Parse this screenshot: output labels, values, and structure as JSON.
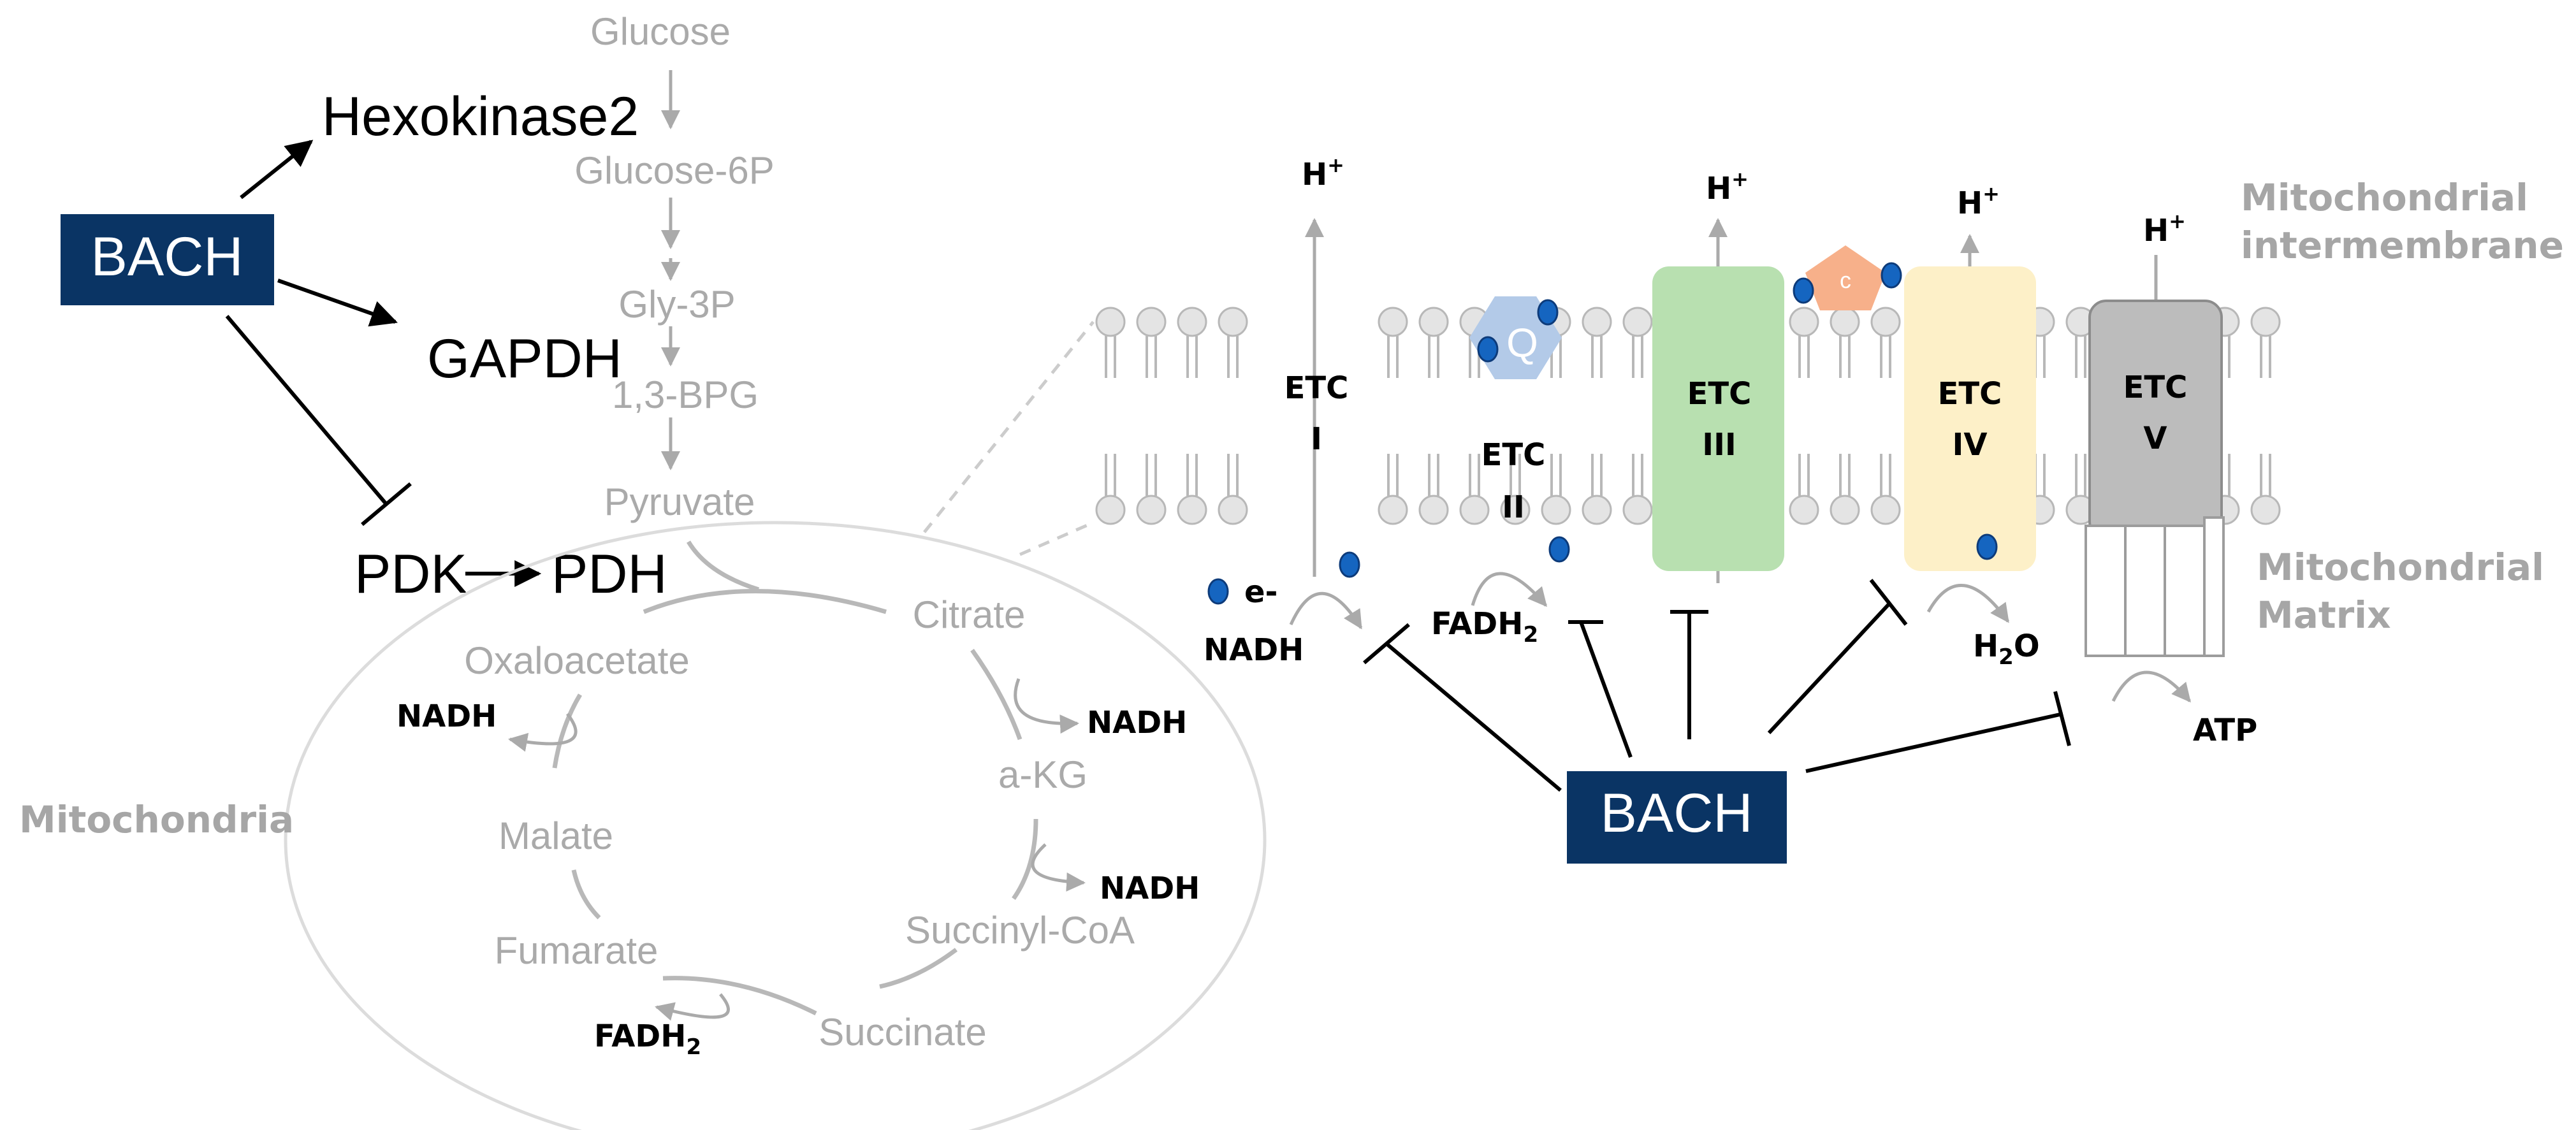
{
  "colors": {
    "bach_box": "#0a3464",
    "bach_text": "#ffffff",
    "pathway_gray": "#aaaaaa",
    "label_gray": "#a6a6a6",
    "black": "#000000",
    "etc3_fill": "#b8e0b0",
    "etc4_fill": "#fdf0c8",
    "etc5_fill": "#bcbcbc",
    "q_fill": "#b3cae8",
    "c_fill": "#f7b08a",
    "electron_fill": "#1565c0"
  },
  "bach": {
    "left_label": "BACH",
    "right_label": "BACH"
  },
  "glycolysis": {
    "hexokinase": "Hexokinase2",
    "gapdh": "GAPDH",
    "pdk": "PDK",
    "pdh": "PDH",
    "steps": [
      "Glucose",
      "Glucose-6P",
      "Gly-3P",
      "1,3-BPG",
      "Pyruvate"
    ]
  },
  "tca": {
    "region_label": "Mitochondria",
    "citrate": "Citrate",
    "akg": "a-KG",
    "succinyl_coa": "Succinyl-CoA",
    "succinate": "Succinate",
    "fumarate": "Fumarate",
    "malate": "Malate",
    "oxaloacetate": "Oxaloacetate",
    "nadh_1": "NADH",
    "nadh_2": "NADH",
    "nadh_3": "NADH",
    "fadh2_base": "FADH",
    "fadh2_sub": "2"
  },
  "etc": {
    "intermembrane_line1": "Mitochondrial",
    "intermembrane_line2": "intermembrane",
    "matrix_line1": "Mitochondrial",
    "matrix_line2": "Matrix",
    "c1_line1": "ETC",
    "c1_line2": "I",
    "c2_line1": "ETC",
    "c2_line2": "II",
    "c3_line1": "ETC",
    "c3_line2": "III",
    "c4_line1": "ETC",
    "c4_line2": "IV",
    "c5_line1": "ETC",
    "c5_line2": "V",
    "q_label": "Q",
    "c_label": "c",
    "proton_base": "H",
    "proton_sup": "+",
    "electron_label": "e-",
    "nadh": "NADH",
    "fadh2_base": "FADH",
    "fadh2_sub": "2",
    "water_h": "H",
    "water_sub": "2",
    "water_o": "O",
    "atp": "ATP"
  }
}
